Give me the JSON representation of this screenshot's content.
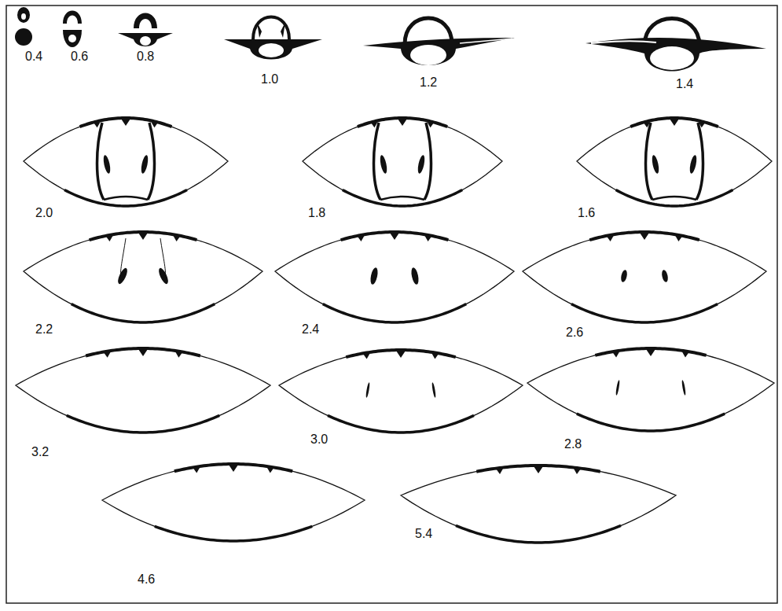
{
  "diagram": {
    "labels": [
      "0.4",
      "0.6",
      "0.8",
      "1.0",
      "1.2",
      "1.4",
      "2.0",
      "1.8",
      "1.6",
      "2.2",
      "2.4",
      "2.6",
      "3.2",
      "3.0",
      "2.8",
      "4.6",
      "5.4"
    ]
  }
}
